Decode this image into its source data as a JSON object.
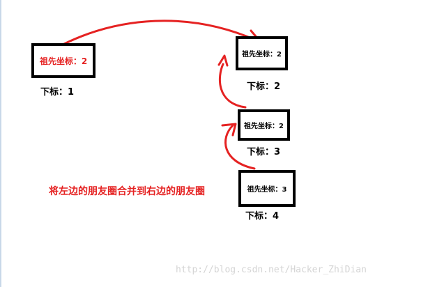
{
  "colors": {
    "arrow": "#e52222",
    "highlight_text": "#e52222",
    "border": "#000000",
    "watermark": "#d4d4d4"
  },
  "nodes": [
    {
      "label": "祖先坐标：2",
      "index_label": "下标：1"
    },
    {
      "label": "祖先坐标：2",
      "index_label": "下标：2"
    },
    {
      "label": "祖先坐标：2",
      "index_label": "下标：3"
    },
    {
      "label": "祖先坐标：3",
      "index_label": "下标：4"
    }
  ],
  "caption": "将左边的朋友圈合并到右边的朋友圈",
  "watermark": "http://blog.csdn.net/Hacker_ZhiDian"
}
